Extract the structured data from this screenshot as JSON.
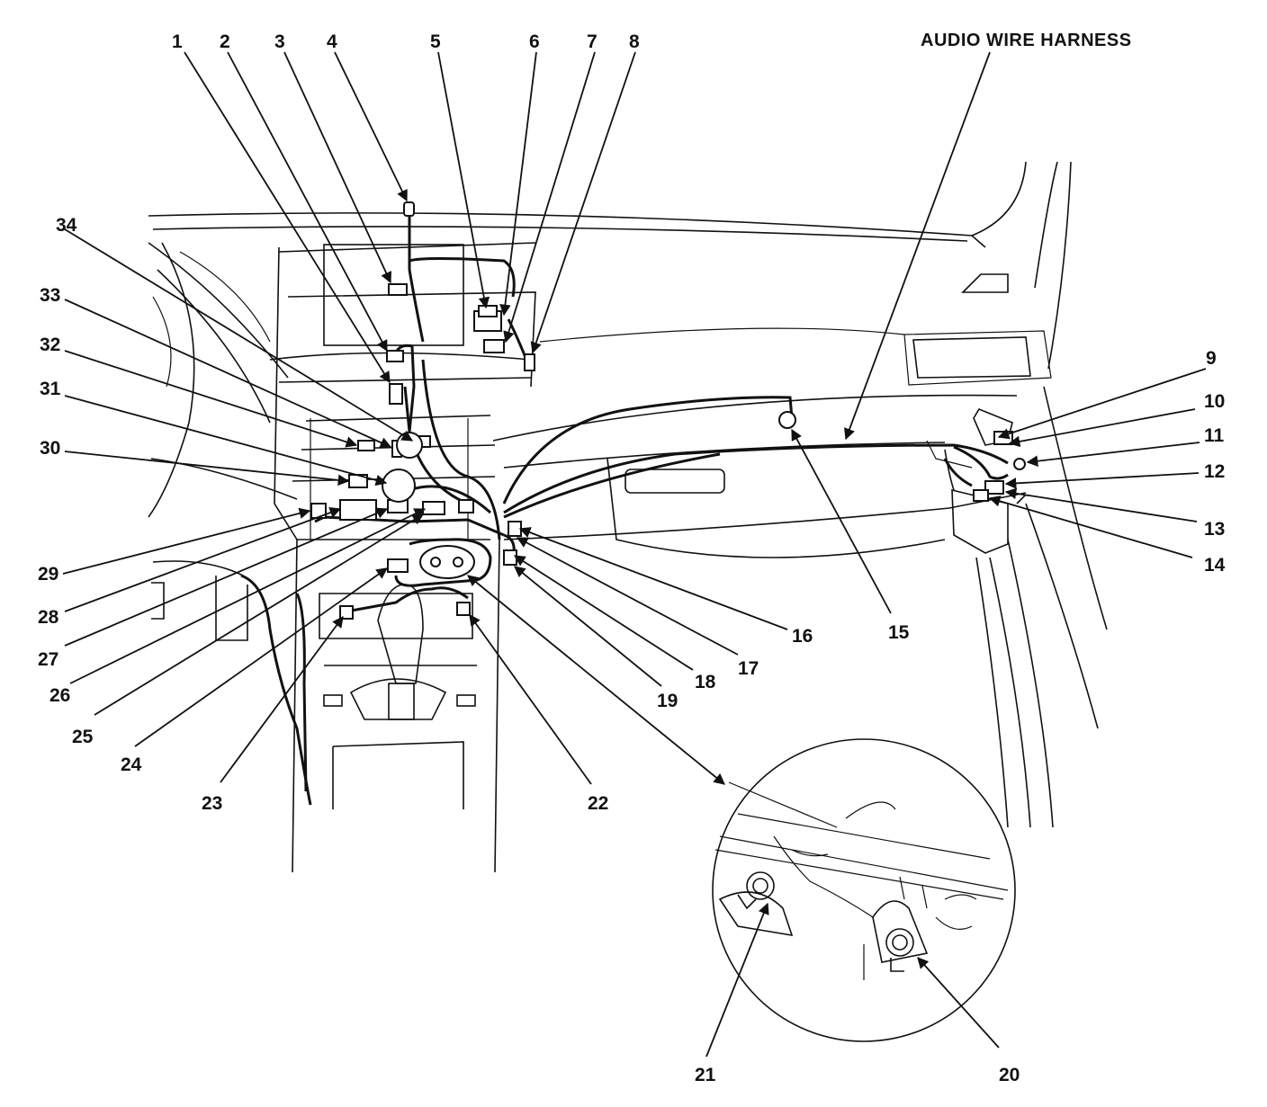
{
  "title": "AUDIO WIRE HARNESS",
  "callouts": [
    "1",
    "2",
    "3",
    "4",
    "5",
    "6",
    "7",
    "8",
    "9",
    "10",
    "11",
    "12",
    "13",
    "14",
    "15",
    "16",
    "17",
    "18",
    "19",
    "20",
    "21",
    "22",
    "23",
    "24",
    "25",
    "26",
    "27",
    "28",
    "29",
    "30",
    "31",
    "32",
    "33",
    "34"
  ]
}
